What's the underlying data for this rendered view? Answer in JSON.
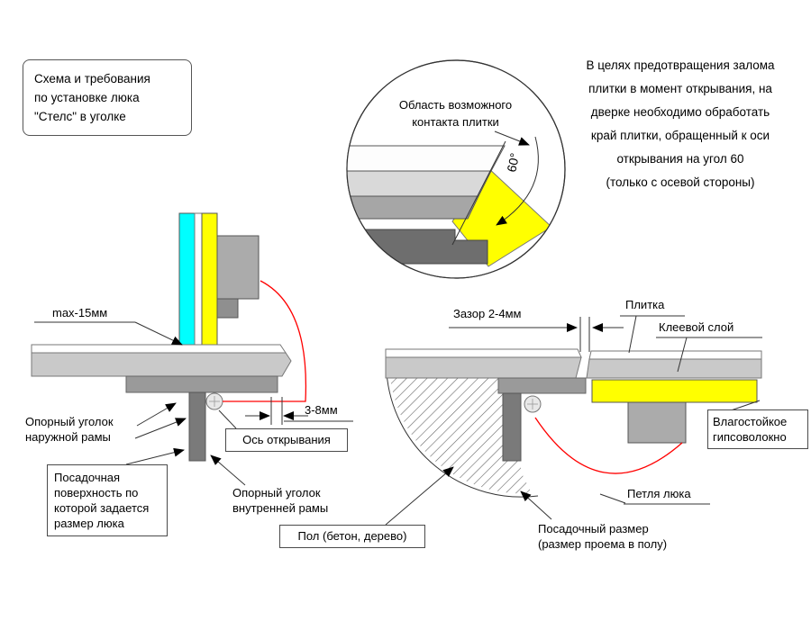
{
  "header": {
    "title_box": "Схема и требования\nпо установке люка\n\"Стелс\" в уголке",
    "note": "В целях предотвращения залома\nплитки в момент открывания, на\nдверке необходимо обработать\nкрай плитки, обращенный к оси\nоткрывания на угол 60\n(только с осевой стороны)"
  },
  "detail": {
    "area_label": "Область возможного\nконтакта плитки",
    "angle_label": "60°"
  },
  "left": {
    "max_thickness": "max-15мм",
    "edge_gap": "3-8мм",
    "axis": "Ось открывания",
    "outer_corner": "Опорный уголок\nнаружной рамы",
    "seat_surface": "Посадочная\nповерхность по\nкоторой задается\nразмер люка",
    "inner_corner": "Опорный уголок\nвнутренней рамы"
  },
  "right": {
    "gap": "Зазор 2-4мм",
    "tile": "Плитка",
    "glue": "Клеевой слой",
    "gypsum": "Влагостойкое\nгипсоволокно",
    "hinge": "Петля люка",
    "floor": "Пол (бетон, дерево)",
    "seat_size": "Посадочный размер\n(размер проема в полу)"
  },
  "colors": {
    "tile_cyan": "#00ffff",
    "highlight_yellow": "#ffff00",
    "swing_red": "#ff0000"
  }
}
